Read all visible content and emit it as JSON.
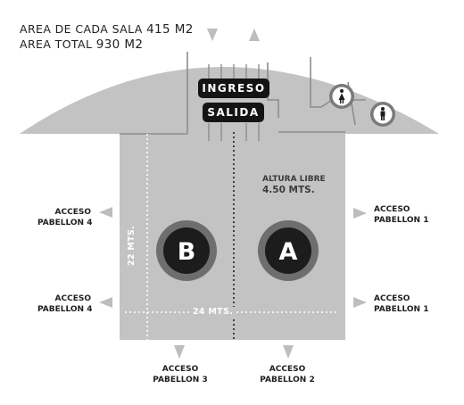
{
  "header": {
    "area_room_label": "AREA DE CADA SALA",
    "area_room_value": "415 M2",
    "area_total_label": "AREA TOTAL",
    "area_total_value": "930 M2"
  },
  "entrances": {
    "in_label": "INGRESO",
    "out_label": "SALIDA"
  },
  "rooms": [
    {
      "letter": "B"
    },
    {
      "letter": "A"
    }
  ],
  "clear_height": {
    "label": "ALTURA LIBRE",
    "value": "4.50 MTS."
  },
  "dimensions": {
    "width": "24 MTS.",
    "depth": "22 MTS."
  },
  "access": {
    "left_top": {
      "line1": "ACCESO",
      "line2": "PABELLON 4"
    },
    "left_bottom": {
      "line1": "ACCESO",
      "line2": "PABELLON 4"
    },
    "right_top": {
      "line1": "ACCESO",
      "line2": "PABELLON 1"
    },
    "right_bottom": {
      "line1": "ACCESO",
      "line2": "PABELLON 1"
    },
    "bottom_left": {
      "line1": "ACCESO",
      "line2": "PABELLON 3"
    },
    "bottom_right": {
      "line1": "ACCESO",
      "line2": "PABELLON 2"
    }
  },
  "icons": [
    "restroom-female-icon",
    "restroom-male-icon"
  ],
  "colors": {
    "floor": "#c3c3c3",
    "room_dark": "#1c1c1c",
    "room_ring": "#6e6e6e",
    "arrow": "#bdbdbd",
    "lines": "#8d8d8d"
  }
}
